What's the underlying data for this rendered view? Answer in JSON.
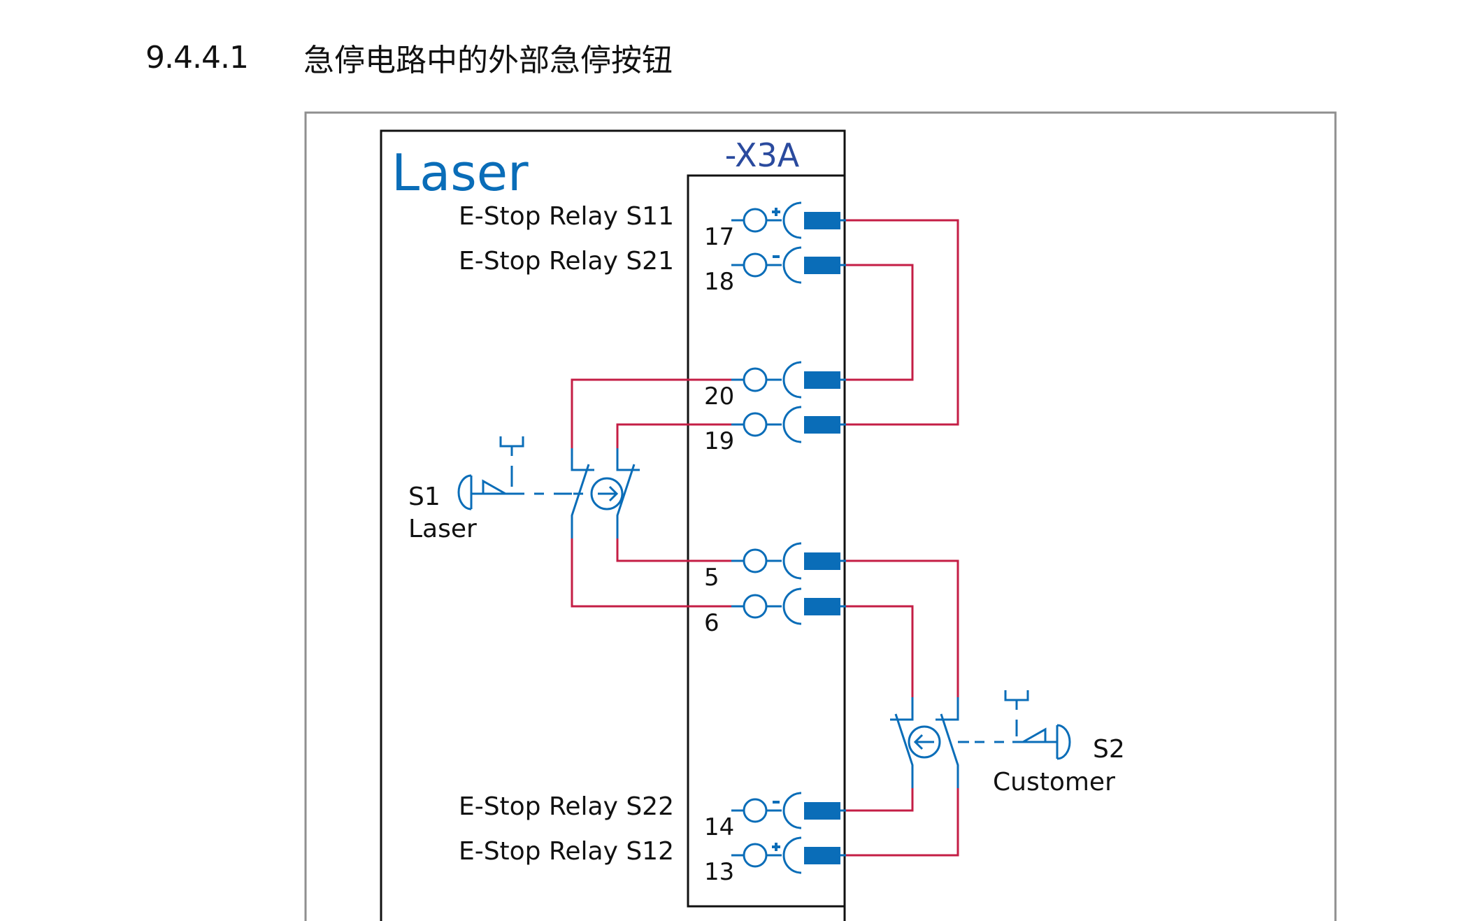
{
  "heading": {
    "number": "9.4.4.1",
    "title": "急停电路中的外部急停按钮"
  },
  "colors": {
    "wire": "#c41e45",
    "symbol": "#0a6db8",
    "brand": "#0a6db8",
    "connector_label": "#2a4a9e",
    "frame": "#8f8f8f",
    "box": "#111111"
  },
  "diagram": {
    "device_label": "Laser",
    "connector_label": "-X3A",
    "pins": [
      {
        "number": "17",
        "polarity": "+",
        "signal": "E-Stop Relay S11"
      },
      {
        "number": "18",
        "polarity": "-",
        "signal": "E-Stop Relay S21"
      },
      {
        "number": "20",
        "polarity": "",
        "signal": ""
      },
      {
        "number": "19",
        "polarity": "",
        "signal": ""
      },
      {
        "number": "5",
        "polarity": "",
        "signal": ""
      },
      {
        "number": "6",
        "polarity": "",
        "signal": ""
      },
      {
        "number": "14",
        "polarity": "-",
        "signal": "E-Stop Relay S22"
      },
      {
        "number": "13",
        "polarity": "+",
        "signal": "E-Stop Relay S12"
      }
    ],
    "switches": [
      {
        "id": "S1",
        "name": "Laser",
        "arrow": "right"
      },
      {
        "id": "S2",
        "name": "Customer",
        "arrow": "left"
      }
    ],
    "connections": [
      {
        "from": "17",
        "to": "19"
      },
      {
        "from": "18",
        "to": "20"
      },
      {
        "from": "20",
        "to": "S1",
        "then": "6"
      },
      {
        "from": "19",
        "to": "S1",
        "then": "5"
      },
      {
        "from": "5",
        "to": "S2",
        "then": "13"
      },
      {
        "from": "6",
        "to": "S2",
        "then": "14"
      }
    ]
  }
}
